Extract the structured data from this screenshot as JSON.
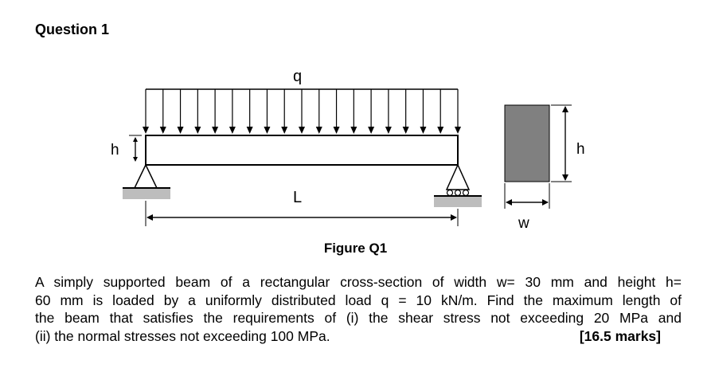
{
  "title": "Question 1",
  "figure": {
    "load_label": "q",
    "height_label_left": "h",
    "length_label": "L",
    "section_height_label": "h",
    "section_width_label": "w",
    "caption": "Figure Q1"
  },
  "problem": {
    "lines": [
      "A simply supported beam of a rectangular cross-section of width w= 30 mm and height h=",
      "60 mm is loaded by a uniformly distributed load q = 10 kN/m. Find the maximum length of",
      "the beam that satisfies the requirements of (i) the shear stress not exceeding 20 MPa and",
      "(ii) the normal stresses not exceeding 100 MPa."
    ],
    "marks": "[16.5 marks]"
  },
  "colors": {
    "section_fill": "#808080",
    "ground_fill": "#bdbdbd"
  }
}
